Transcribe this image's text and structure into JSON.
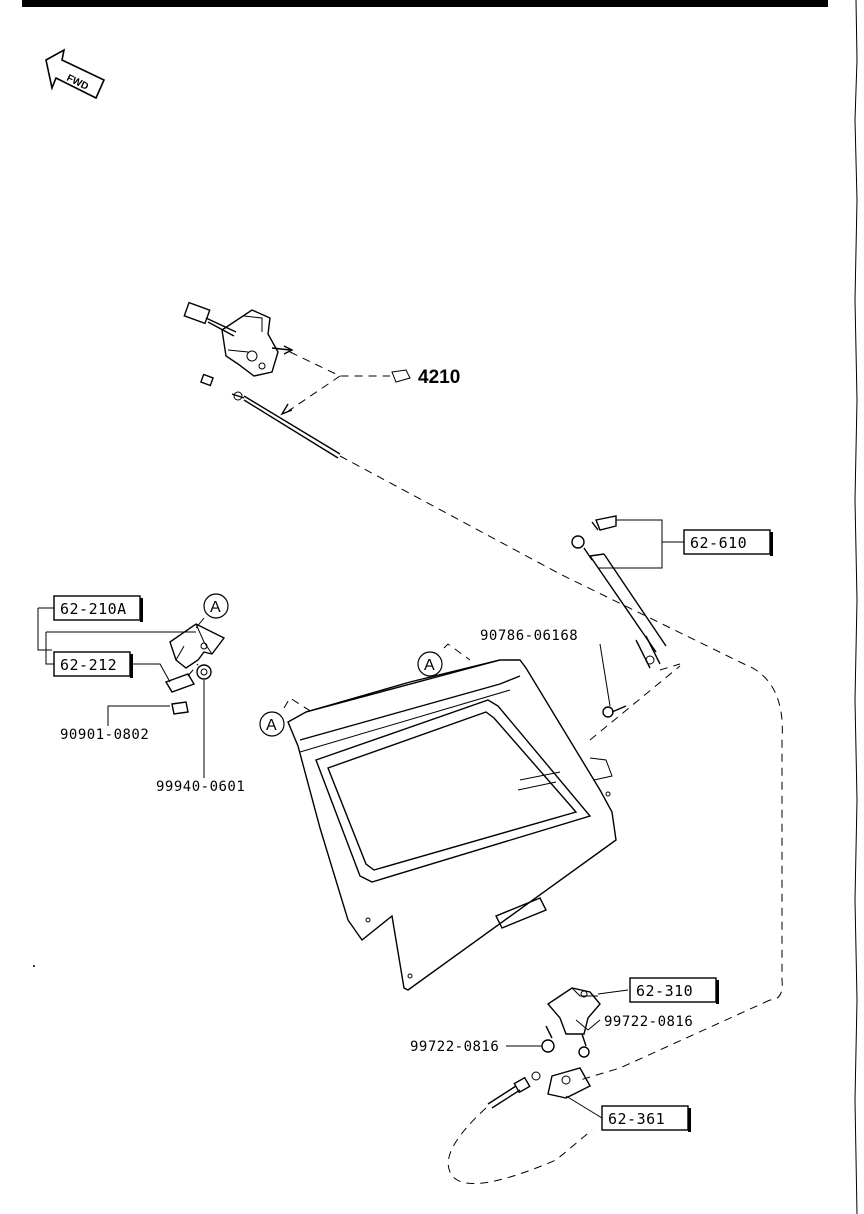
{
  "direction_marker": {
    "label": "FWD"
  },
  "reference": {
    "label": "4210"
  },
  "callouts": {
    "a1": "A",
    "a2": "A",
    "a3": "A"
  },
  "part_codes": {
    "strut": "62-610",
    "hinge_1": "62-210A",
    "hinge_2": "62-212",
    "latch": "62-310",
    "striker": "62-361"
  },
  "part_numbers": {
    "bolt_90786": "90786-06168",
    "nut_90901": "90901-0802",
    "nut_99940": "99940-0601",
    "bolt_99722_left": "99722-0816",
    "bolt_99722_right": "99722-0816"
  }
}
